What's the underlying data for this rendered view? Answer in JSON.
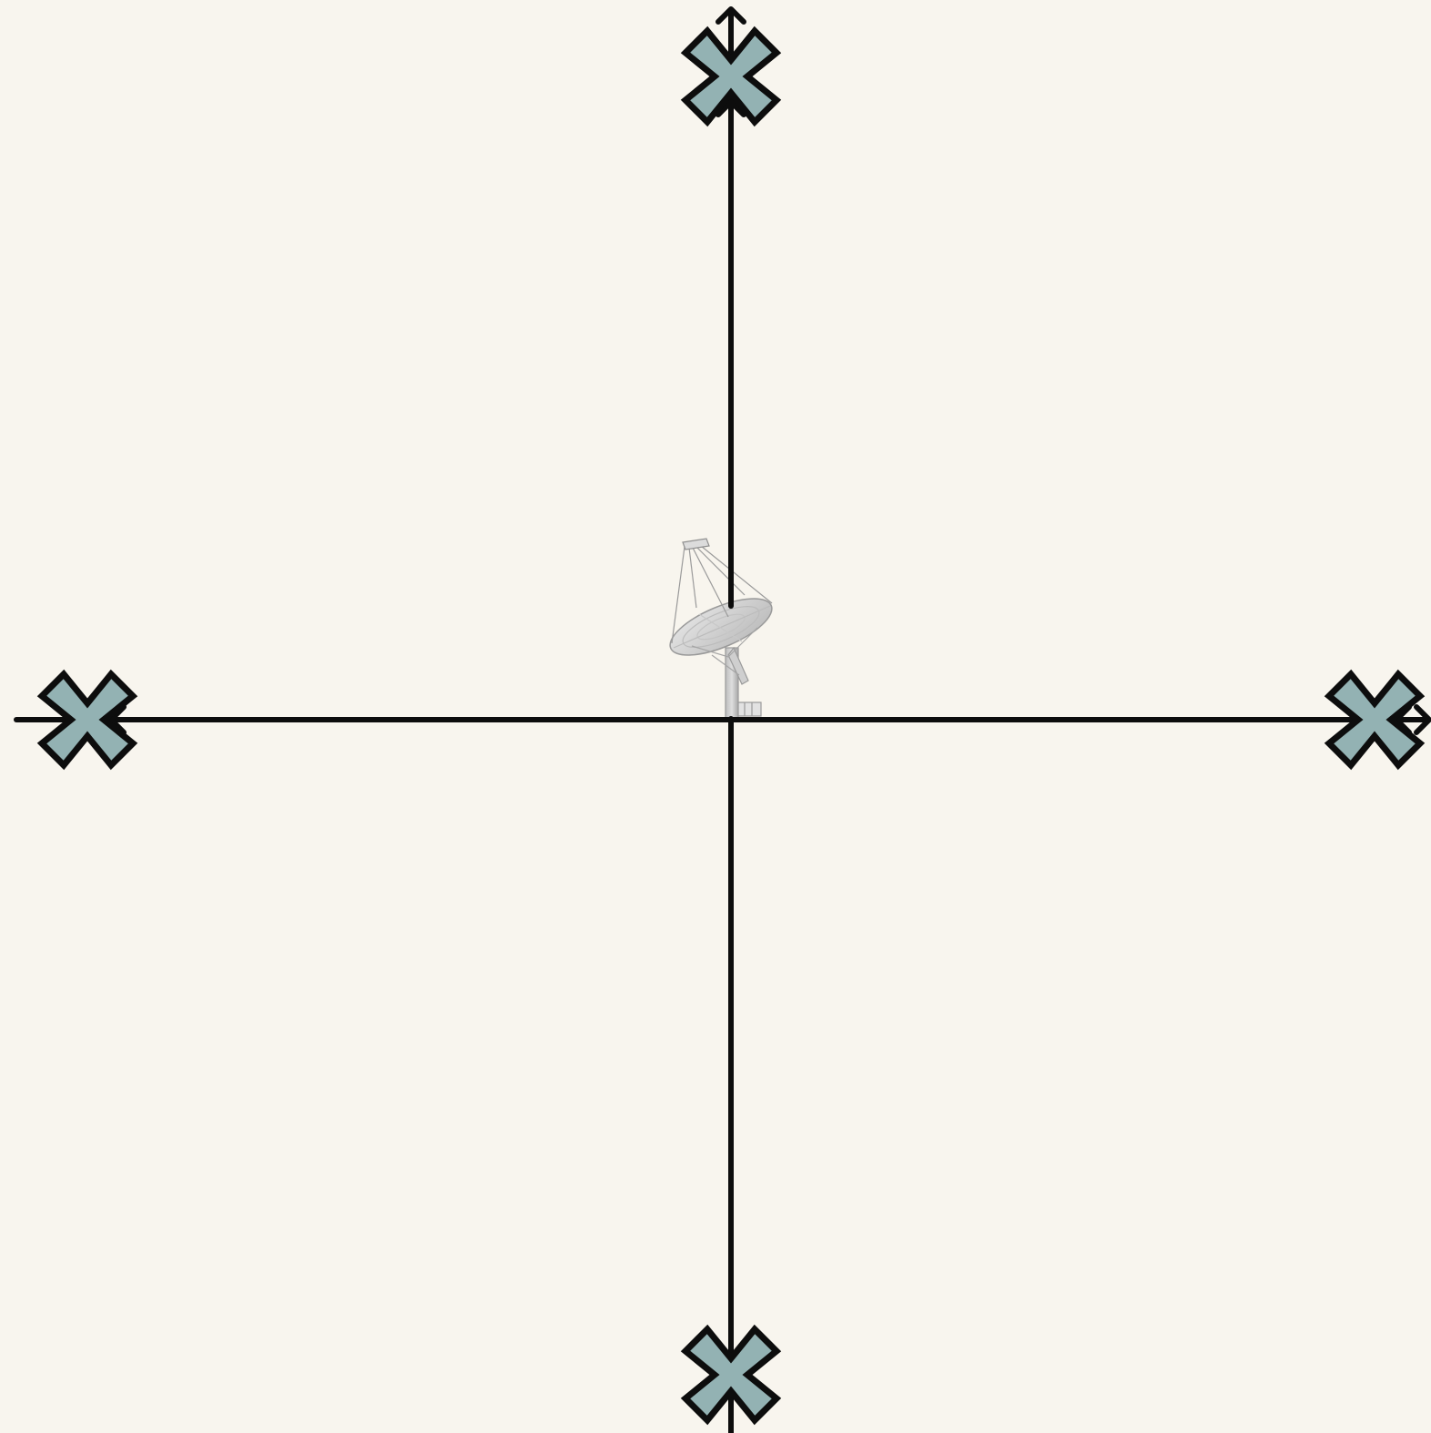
{
  "colors": {
    "background": "#f8f5ee",
    "axis": "#0d0d0d",
    "marker_fill": "#93b2b3",
    "marker_stroke": "#0d0d0d",
    "antenna": "#a9a9a9"
  },
  "icons": {
    "center": "radio-telescope-dish-icon",
    "marker": "x-cross-marker-icon"
  },
  "markers": [
    {
      "name": "top-marker",
      "direction": "up"
    },
    {
      "name": "right-marker",
      "direction": "right"
    },
    {
      "name": "bottom-marker",
      "direction": "down"
    },
    {
      "name": "left-marker",
      "direction": "left"
    }
  ]
}
